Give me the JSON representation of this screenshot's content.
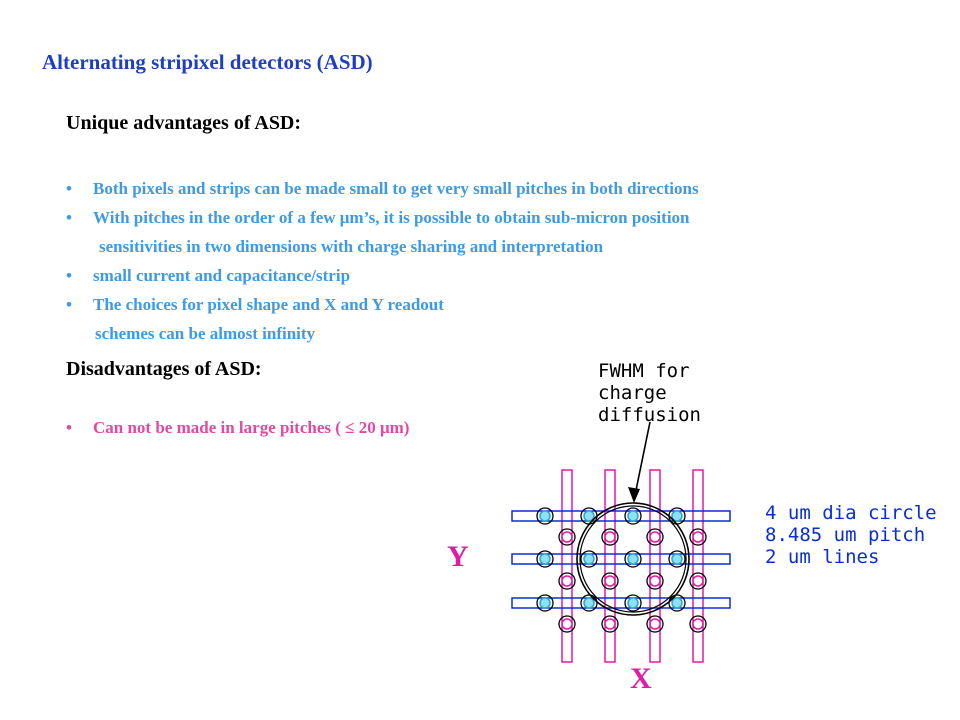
{
  "title": "Alternating stripixel detectors (ASD)",
  "advantages": {
    "heading": "Unique advantages of ASD:",
    "items": [
      {
        "line1": "Both pixels and strips can be made small to get very small pitches in both directions",
        "line2": ""
      },
      {
        "line1": "With pitches in the order of a few μm’s, it is possible to obtain sub-micron position",
        "line2": "sensitivities in two dimensions with charge sharing and interpretation"
      },
      {
        "line1": "small current and capacitance/strip",
        "line2": ""
      },
      {
        "line1": "The choices for pixel shape and X and Y readout",
        "line2": "schemes can be almost infinity"
      }
    ]
  },
  "disadvantages": {
    "heading": "Disadvantages of ASD:",
    "items": [
      {
        "line1": "Can not be made in large pitches ( ≤ 20 μm)",
        "line2": ""
      }
    ]
  },
  "diagram": {
    "y_label": "Y",
    "x_label": "X",
    "fwhm_note": [
      "FWHM for",
      "charge",
      "diffusion"
    ],
    "spec_note": [
      "4 um dia circle",
      "8.485 um pitch",
      "2 um lines"
    ],
    "colors": {
      "strip_line": "#0a2dd6",
      "pixel_strip": "#e01ca6",
      "y_pixel_fill": "#2aa7d6",
      "x_pixel_fill": "#e01ca6",
      "circle": "#000000"
    }
  }
}
